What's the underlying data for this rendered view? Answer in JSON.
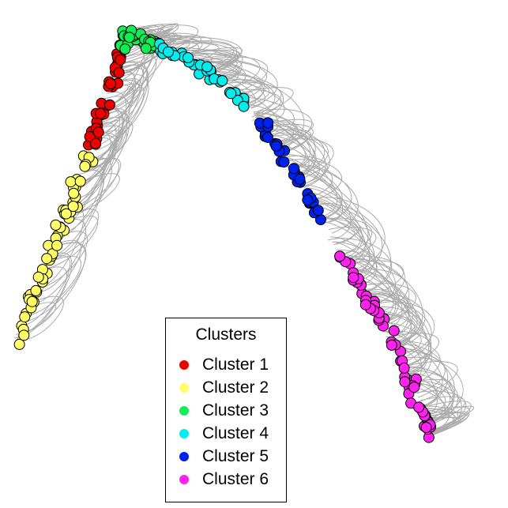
{
  "legend": {
    "title": "Clusters",
    "items": [
      {
        "label": "Cluster 1",
        "color": "#ee0000"
      },
      {
        "label": "Cluster 2",
        "color": "#ffff66"
      },
      {
        "label": "Cluster 3",
        "color": "#11ee55"
      },
      {
        "label": "Cluster 4",
        "color": "#00eeee"
      },
      {
        "label": "Cluster 5",
        "color": "#0022ee"
      },
      {
        "label": "Cluster 6",
        "color": "#ff22ee"
      }
    ]
  },
  "edge_color": "#aaaaaa",
  "node_stroke": "#000000"
}
